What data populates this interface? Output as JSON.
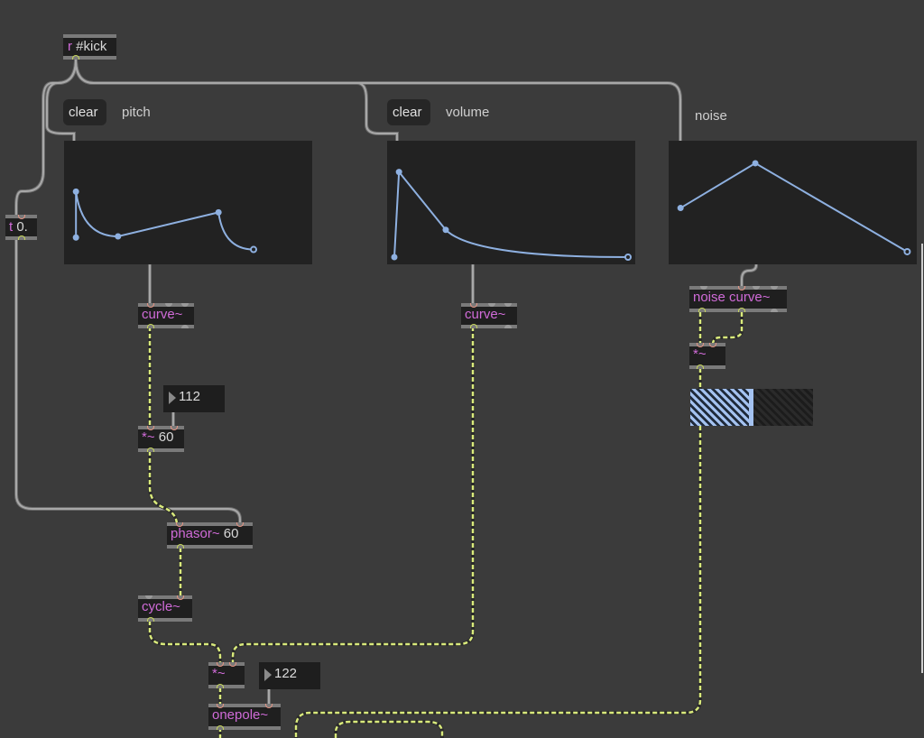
{
  "patcher": {
    "background_color": "#3b3b3b",
    "cord_color_control": "#9b9b9b",
    "cord_color_signal": "#d9ea7c",
    "function_line_color": "#8eb0e0",
    "class_text_color": "#d06bd8"
  },
  "objects": {
    "receive": {
      "class": "r",
      "args": "#kick"
    },
    "trigger": {
      "class": "t",
      "args": "0."
    },
    "pitch_curve": {
      "class": "curve~",
      "args": ""
    },
    "volume_curve": {
      "class": "curve~",
      "args": ""
    },
    "noise_curve": {
      "class": "noise curve~",
      "args": ""
    },
    "pitch_mult": {
      "class": "*~",
      "args": "60"
    },
    "noise_mult": {
      "class": "*~",
      "args": ""
    },
    "phasor": {
      "class": "phasor~",
      "args": "60"
    },
    "cycle": {
      "class": "cycle~",
      "args": ""
    },
    "out_mult": {
      "class": "*~",
      "args": ""
    },
    "onepole": {
      "class": "onepole~",
      "args": ""
    }
  },
  "messages": {
    "pitch_clear": "clear",
    "volume_clear": "clear"
  },
  "comments": {
    "pitch": "pitch",
    "volume": "volume",
    "noise": "noise"
  },
  "number_boxes": {
    "pitch_range": "112",
    "onepole_freq": "122"
  },
  "meter": {
    "level": 0.48
  },
  "functions": {
    "pitch": {
      "points": [
        [
          0.02,
          0.44
        ],
        [
          0.02,
          0.18
        ],
        [
          0.2,
          0.19
        ],
        [
          0.62,
          0.38
        ],
        [
          0.77,
          0.07
        ]
      ],
      "note": "normalized x (time) and y (value 0..1) breakpoints"
    },
    "volume": {
      "points": [
        [
          0.0,
          0.0
        ],
        [
          0.02,
          0.78
        ],
        [
          0.22,
          0.25
        ],
        [
          1.0,
          0.0
        ]
      ]
    },
    "noise": {
      "points": [
        [
          0.02,
          0.45
        ],
        [
          0.34,
          0.86
        ],
        [
          0.99,
          0.05
        ]
      ]
    }
  }
}
